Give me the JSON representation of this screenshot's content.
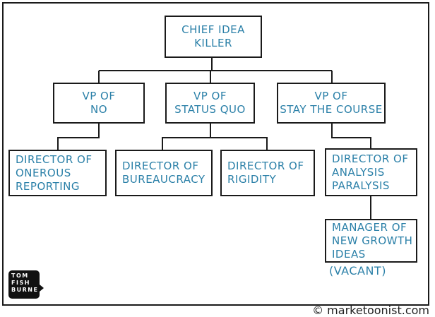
{
  "chart": {
    "root": {
      "lines": [
        "CHIEF IDEA",
        "KILLER"
      ]
    },
    "vps": [
      {
        "lines": [
          "VP OF",
          "NO"
        ]
      },
      {
        "lines": [
          "VP OF",
          "STATUS QUO"
        ]
      },
      {
        "lines": [
          "VP OF",
          "STAY THE COURSE"
        ]
      }
    ],
    "directors": [
      {
        "lines": [
          "DIRECTOR OF",
          "ONEROUS",
          "REPORTING"
        ]
      },
      {
        "lines": [
          "DIRECTOR OF",
          "BUREAUCRACY"
        ]
      },
      {
        "lines": [
          "DIRECTOR OF",
          "RIGIDITY"
        ]
      },
      {
        "lines": [
          "DIRECTOR OF",
          "ANALYSIS",
          "PARALYSIS"
        ]
      }
    ],
    "manager": {
      "lines": [
        "MANAGER OF",
        "NEW GROWTH",
        "IDEAS"
      ],
      "status": "(VACANT)"
    }
  },
  "logo": {
    "lines": [
      "TOM",
      "FISH",
      "BURNE"
    ]
  },
  "copyright": "© marketoonist.com",
  "colors": {
    "text": "#2b80a8",
    "lines": "#1a1a1a"
  }
}
